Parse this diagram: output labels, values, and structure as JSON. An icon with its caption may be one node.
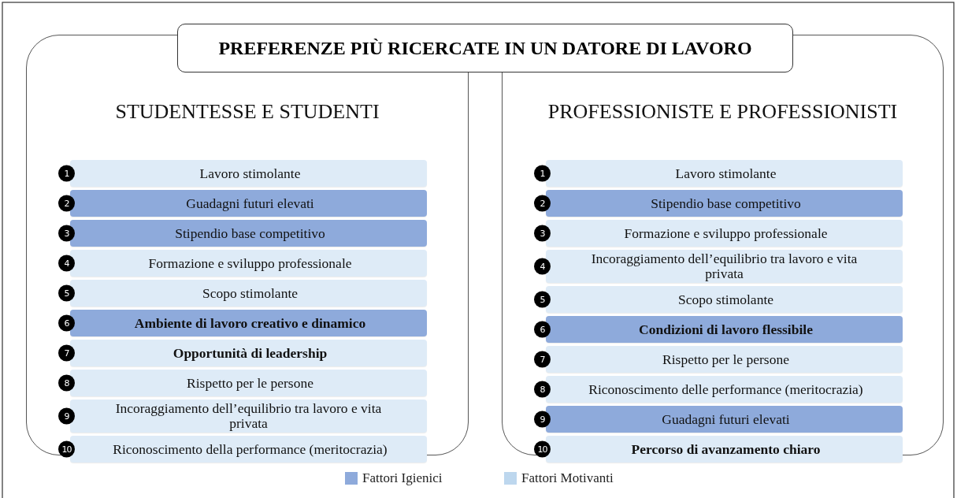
{
  "diagram": {
    "nodes": [
      {
        "text": [
          "PREFERENZE PIÙ RICERCATE IN UN DATORE DI LAVORO"
        ]
      },
      {
        "text": [
          "STUDENTESSE E STUDENTI"
        ]
      },
      {
        "text": [
          "PROFESSIONISTE E PROFESSIONISTI"
        ]
      },
      {
        "text": [
          "Lavoro stimolante"
        ],
        "in": 1,
        "beside": [
          "1"
        ]
      },
      {
        "text": [
          "Guadagni futuri elevati"
        ],
        "in": 1,
        "beside": [
          "2"
        ]
      },
      {
        "text": [
          "Stipendio base competitivo"
        ],
        "in": 1,
        "beside": [
          "3"
        ]
      },
      {
        "text": [
          "Formazione e sviluppo professionale"
        ],
        "in": 1,
        "beside": [
          "4"
        ]
      },
      {
        "text": [
          "Scopo stimolante"
        ],
        "in": 1,
        "beside": [
          "5"
        ]
      },
      {
        "text": [
          "Ambiente di lavoro creativo e dinamico"
        ],
        "in": 1,
        "beside": [
          "6"
        ]
      },
      {
        "text": [
          "Opportunità di leadership"
        ],
        "in": 1,
        "beside": [
          "7"
        ]
      },
      {
        "text": [
          "Rispetto per le persone"
        ],
        "in": 1,
        "beside": [
          "8"
        ]
      },
      {
        "text": [
          "Incoraggiamento dell’equilibrio tra lavoro e vita privata"
        ],
        "in": 1,
        "beside": [
          "9"
        ]
      },
      {
        "text": [
          "Riconoscimento della performance (meritocrazia)"
        ],
        "in": 1,
        "beside": [
          "10"
        ]
      },
      {
        "text": [
          "Lavoro stimolante"
        ],
        "in": 2,
        "beside": [
          "1"
        ]
      },
      {
        "text": [
          "Stipendio base competitivo"
        ],
        "in": 2,
        "beside": [
          "2"
        ]
      },
      {
        "text": [
          "Formazione e sviluppo professionale"
        ],
        "in": 2,
        "beside": [
          "3"
        ]
      },
      {
        "text": [
          "Incoraggiamento dell’equilibrio tra lavoro e vita privata"
        ],
        "in": 2,
        "beside": [
          "4"
        ]
      },
      {
        "text": [
          "Scopo stimolante"
        ],
        "in": 2,
        "beside": [
          "5"
        ]
      },
      {
        "text": [
          "Condizioni di lavoro flessibile"
        ],
        "in": 2,
        "beside": [
          "6"
        ]
      },
      {
        "text": [
          "Rispetto per le persone"
        ],
        "in": 2,
        "beside": [
          "7"
        ]
      },
      {
        "text": [
          "Riconoscimento delle performance (meritocrazia)"
        ],
        "in": 2,
        "beside": [
          "8"
        ]
      },
      {
        "text": [
          "Guadagni futuri elevati"
        ],
        "in": 2,
        "beside": [
          "9"
        ]
      },
      {
        "text": [
          "Percorso di avanzamento chiaro"
        ],
        "in": 2,
        "beside": [
          "10"
        ]
      }
    ],
    "legend": [
      {
        "text": "Fattori Igienici",
        "color": "#8eaadb"
      },
      {
        "text": "Fattori Motivanti",
        "color": "#bdd7ee"
      }
    ]
  }
}
